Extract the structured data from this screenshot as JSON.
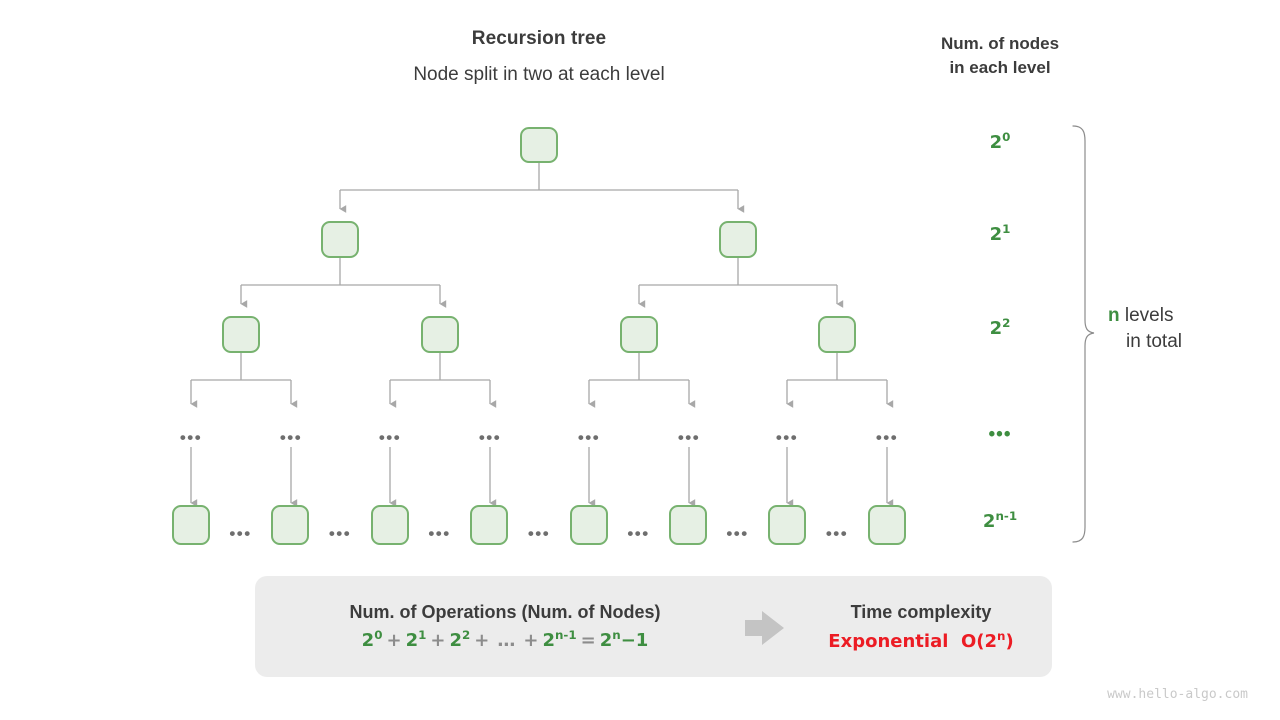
{
  "header": {
    "title": "Recursion tree",
    "subtitle": "Node split in two at each level",
    "column_heading_line1": "Num. of nodes",
    "column_heading_line2": "in each level"
  },
  "colors": {
    "node_fill": "#e6f0e4",
    "node_border": "#77b26f",
    "green_text": "#3e8e41",
    "red_text": "#ec1c24",
    "edge_gray": "#a8a8a8",
    "panel_bg": "#ececec"
  },
  "level_counts": [
    {
      "label": "2",
      "exp": "0"
    },
    {
      "label": "2",
      "exp": "1"
    },
    {
      "label": "2",
      "exp": "2"
    },
    {
      "label": "•••",
      "exp": ""
    },
    {
      "label": "2",
      "exp": "n-1"
    }
  ],
  "brace_note": {
    "n": "n",
    "rest": " levels",
    "line2": "in total"
  },
  "tree": {
    "ellipsis": "•••",
    "level1_nodes": 1,
    "level2_nodes": 2,
    "level3_nodes": 4,
    "level4_dots": 8,
    "level5_nodes": 8,
    "level5_gap_dots": 7
  },
  "summary": {
    "operations_title": "Num. of Operations (Num. of Nodes)",
    "formula": {
      "terms": [
        {
          "base": "2",
          "exp": "0"
        },
        {
          "base": "2",
          "exp": "1"
        },
        {
          "base": "2",
          "exp": "2"
        }
      ],
      "plus": "+",
      "dots": "…",
      "last_term": {
        "base": "2",
        "exp": "n-1"
      },
      "equals": "=",
      "result": {
        "base": "2",
        "exp": "n",
        "suffix": "−1"
      }
    },
    "complexity_title": "Time complexity",
    "complexity_name": "Exponential",
    "complexity_big_o_prefix": "O(2",
    "complexity_big_o_exp": "n",
    "complexity_big_o_suffix": ")"
  },
  "watermark": "www.hello-algo.com"
}
